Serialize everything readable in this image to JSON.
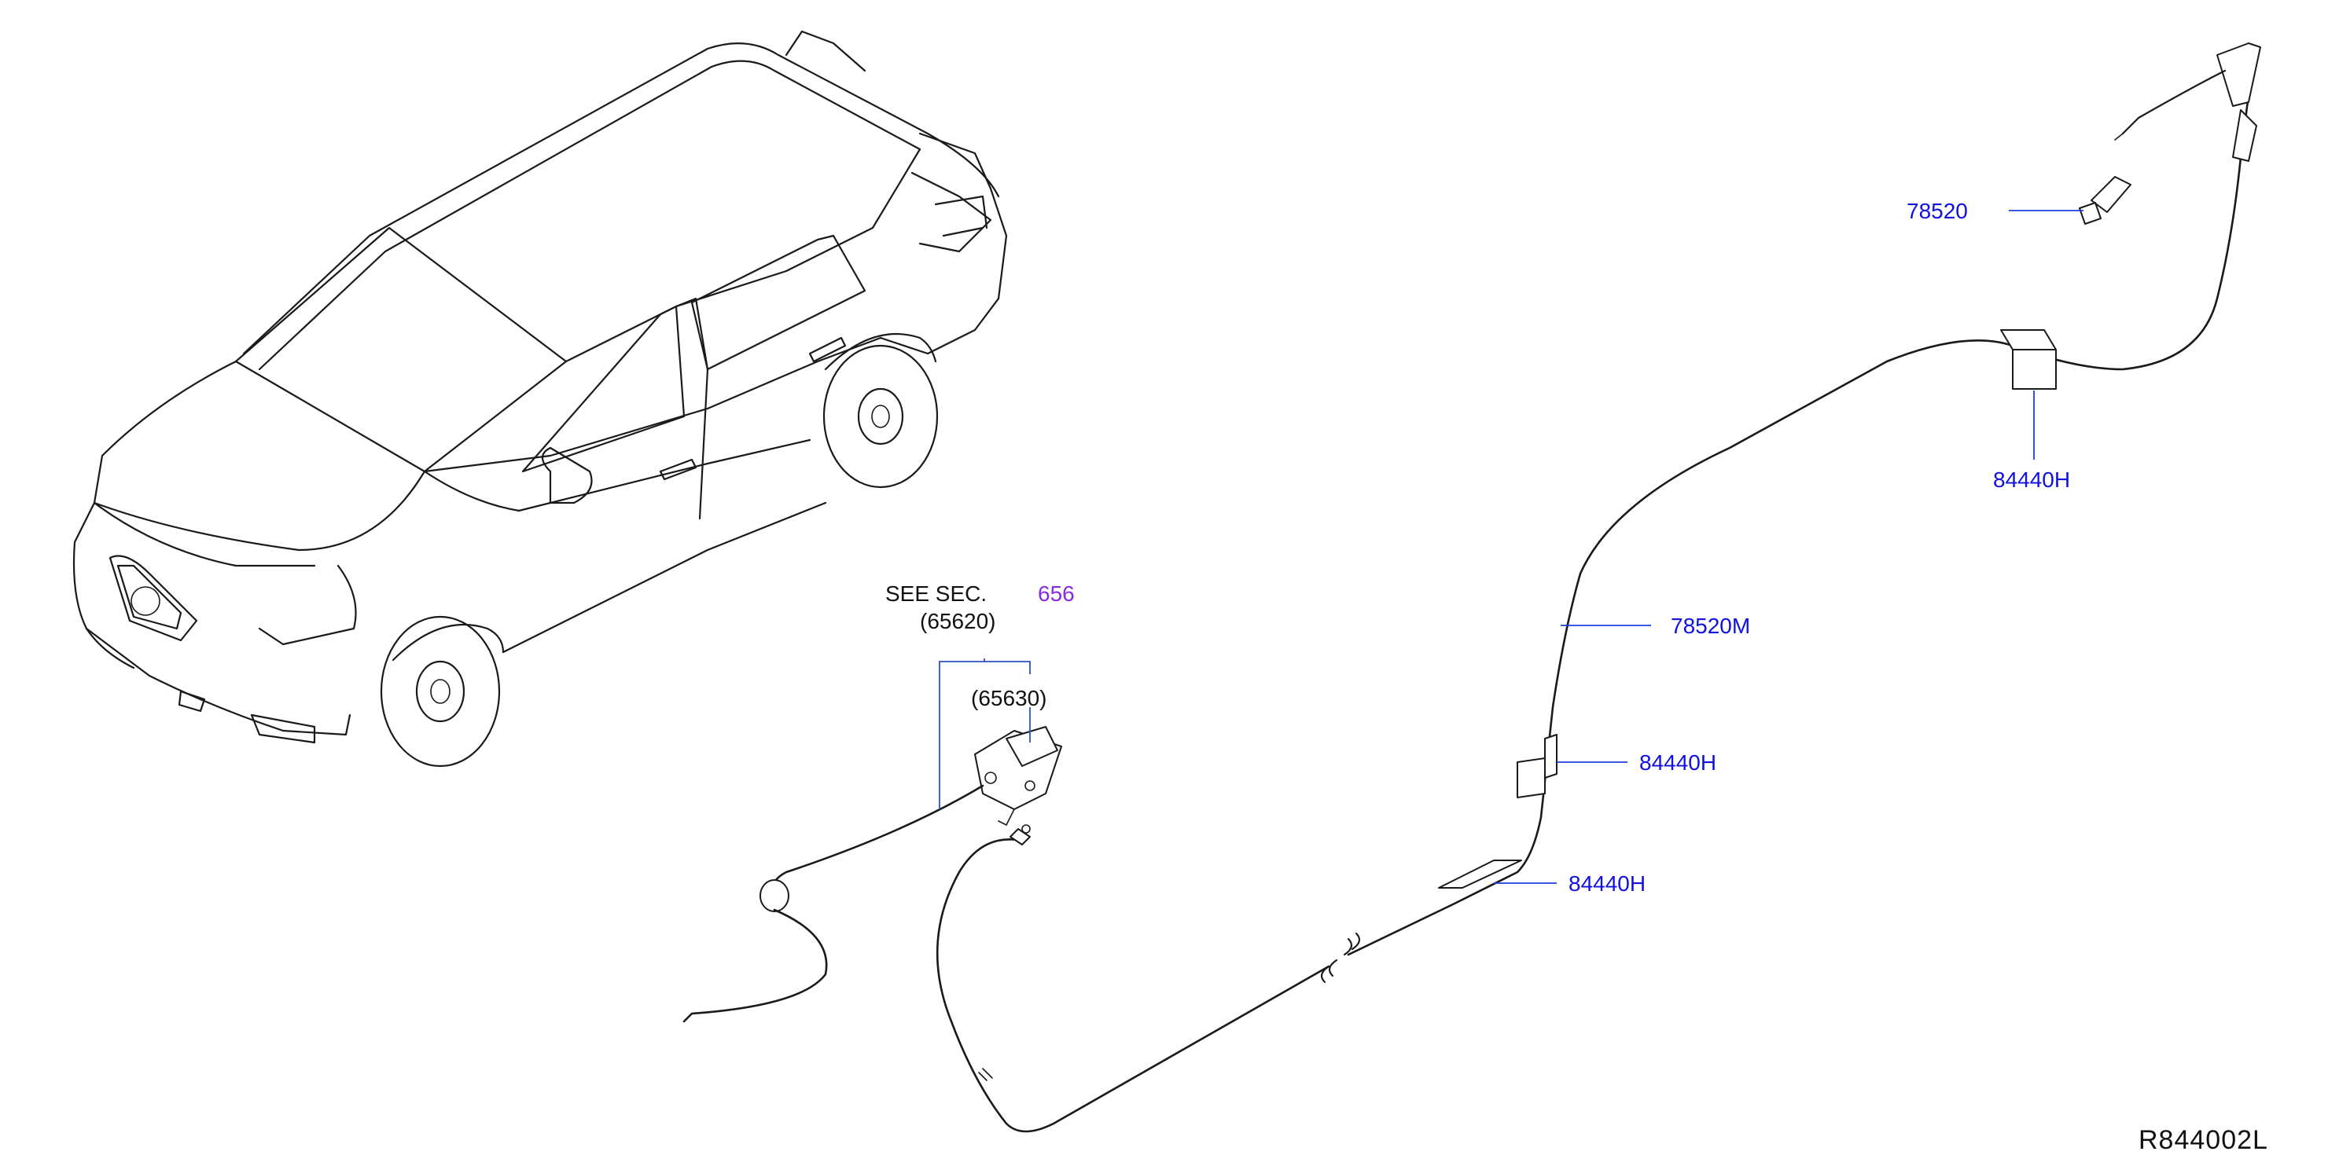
{
  "diagram": {
    "see_text": "SEE   SEC.",
    "see_link": "656",
    "sub_refs": [
      "(65620)",
      "(65630)"
    ],
    "part_numbers": [
      {
        "id": "78520",
        "label": "78520"
      },
      {
        "id": "84440H_top",
        "label": "84440H"
      },
      {
        "id": "78520M",
        "label": "78520M"
      },
      {
        "id": "84440H_mid",
        "label": "84440H"
      },
      {
        "id": "84440H_low",
        "label": "84440H"
      }
    ],
    "reference_code": "R844002L",
    "colors": {
      "part_label": "#1010e0",
      "leader_line": "#1f3fd8",
      "section_link": "#8a2be2",
      "linework": "#1a1a1a"
    }
  }
}
